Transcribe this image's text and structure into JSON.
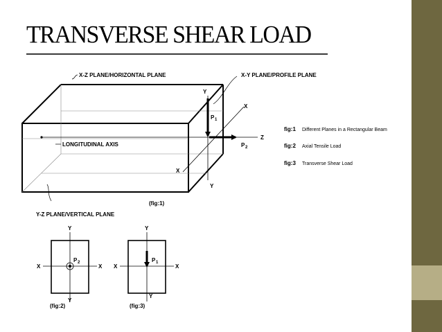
{
  "slide": {
    "title": "TRANSVERSE SHEAR LOAD",
    "colors": {
      "sidebar": "#6e6740",
      "sidebar_accent": "#b6ae86",
      "title_rule": "#3a3a3a"
    }
  },
  "figure": {
    "labels": {
      "xz_plane": "X-Z PLANE/HORIZONTAL PLANE",
      "xy_plane": "X-Y PLANE/PROFILE PLANE",
      "yz_plane": "Y-Z PLANE/VERTICAL PLANE",
      "longitudinal_axis": "LONGITUDINAL AXIS",
      "fig1_caption": "(fig:1)",
      "fig2_caption": "(fig:2)",
      "fig3_caption": "(fig:3)",
      "p1": "P",
      "p1_sub": "1",
      "p2": "P",
      "p2_sub": "2",
      "x": "X",
      "y": "Y",
      "z": "Z"
    },
    "legend": [
      {
        "key": "fig:1",
        "text": "Different Planes in a Rectangular Beam"
      },
      {
        "key": "fig:2",
        "text": "Axial Tensile Load"
      },
      {
        "key": "fig:3",
        "text": "Transverse Shear Load"
      }
    ]
  }
}
